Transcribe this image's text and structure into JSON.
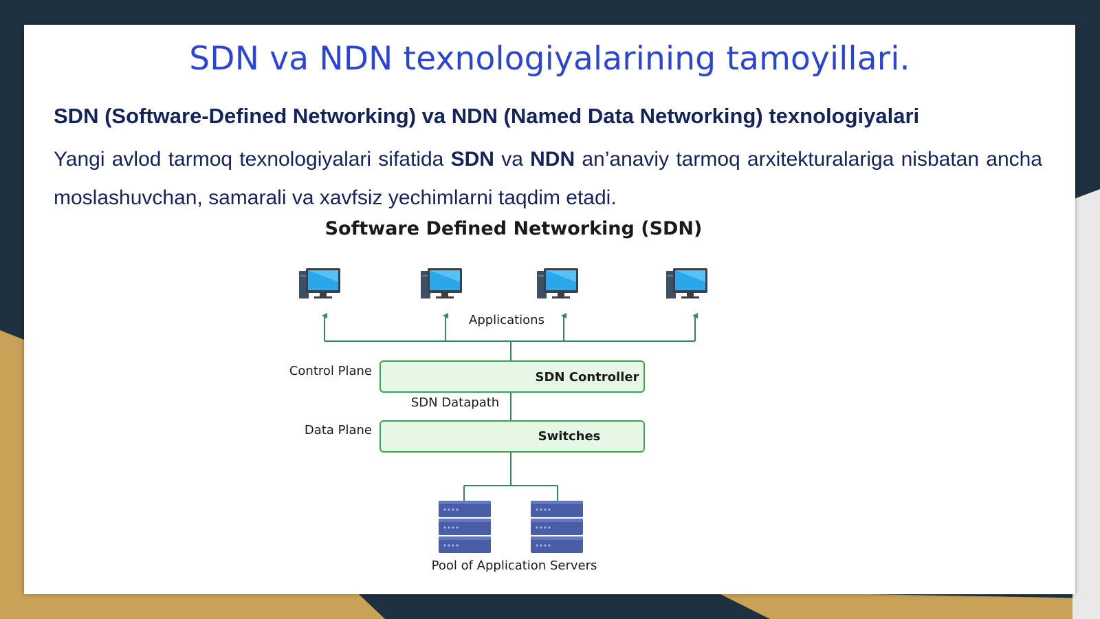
{
  "slide": {
    "title": "SDN va NDN texnologiyalarining tamoyillari.",
    "subheading": "SDN (Software-Defined Networking) va NDN (Named Data Networking) texnologiyalari",
    "paragraph": {
      "part1": "Yangi avlod tarmoq texnologiyalari sifatida ",
      "bold1": "SDN",
      "part2": " va ",
      "bold2": "NDN",
      "part3": " an’anaviy tarmoq arxitekturalariga nisbatan ancha moslashuvchan, samarali va xavfsiz yechimlarni taqdim etadi."
    }
  },
  "diagram": {
    "title": "Software Defined Networking (SDN)",
    "applications_label": "Applications",
    "control_plane_label": "Control Plane",
    "controller_box_label": "SDN Controller",
    "datapath_label": "SDN Datapath",
    "data_plane_label": "Data Plane",
    "switches_box_label": "Switches",
    "servers_label": "Pool of Application Servers",
    "icons": {
      "computer": "desktop-computer-icon",
      "server": "server-rack-icon"
    },
    "colors": {
      "connector": "#2e8b57",
      "box_fill": "#e6f7e6",
      "box_stroke": "#34a853",
      "monitor": "#29a3e8",
      "server": "#4a5ea8"
    }
  },
  "theme": {
    "title_color": "#2b44d8",
    "text_color": "#14235e",
    "backdrop": "#1e3140",
    "accent_gold": "#c9a257"
  }
}
